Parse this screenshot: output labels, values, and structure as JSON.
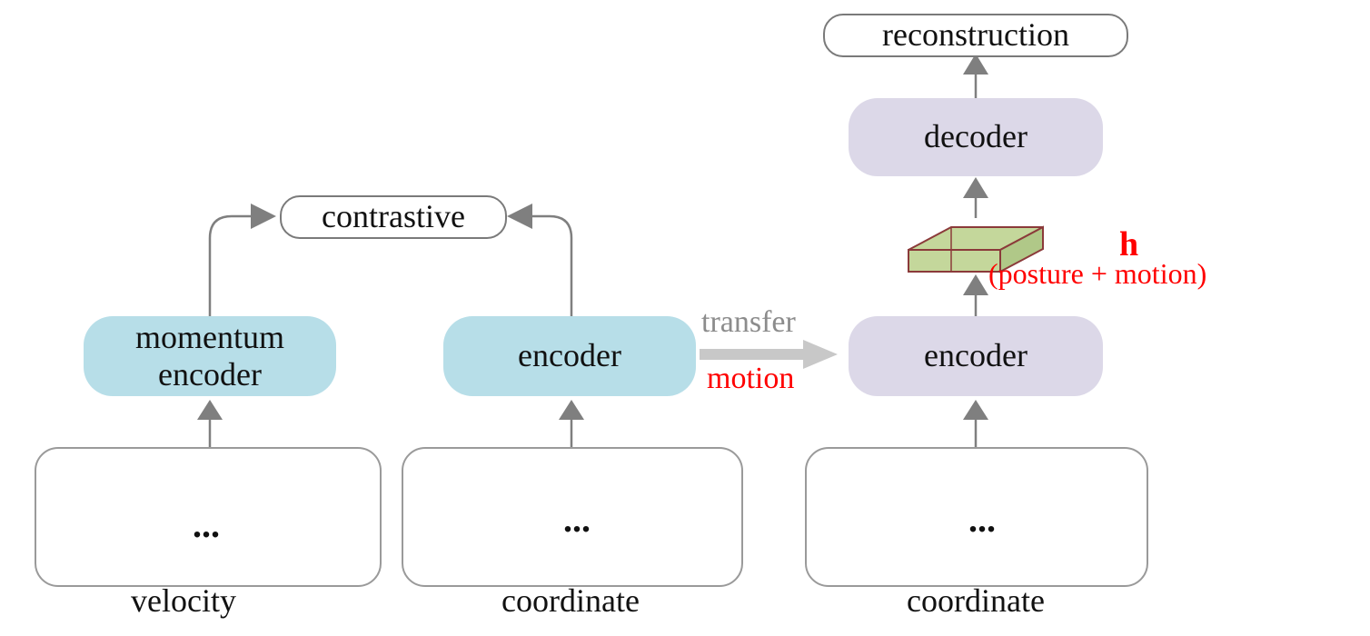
{
  "labels": {
    "reconstruction": "reconstruction",
    "contrastive": "contrastive",
    "decoder": "decoder",
    "momentum_encoder": "momentum\nencoder",
    "encoder_center": "encoder",
    "encoder_right": "encoder",
    "transfer": "transfer",
    "motion": "motion",
    "h": "h",
    "posture_motion": "(posture + motion)",
    "velocity": "velocity",
    "coordinate_center": "coordinate",
    "coordinate_right": "coordinate",
    "ellipsis": "..."
  },
  "colors": {
    "blue_box": "#b7dee8",
    "lavender_box": "#dcd8e8",
    "arrow_gray": "#7f7f7f",
    "transfer_arrow": "#c8c8c8",
    "highlight_red": "#ff0000",
    "latent_green": "#c4d79b",
    "latent_border": "#8b3a3a",
    "skeleton_green": "#2e9e2e",
    "joint_red": "#e02020",
    "velocity_panel_bg": "#e3f1f6",
    "velocity_arrow": "#c00000"
  }
}
